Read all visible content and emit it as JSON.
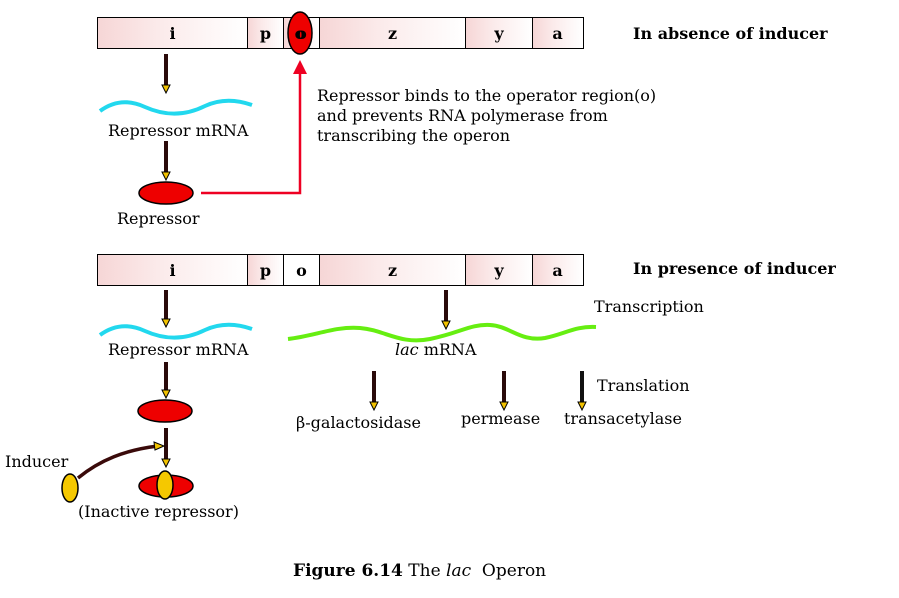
{
  "top_panel": {
    "condition": "In absence of inducer",
    "genes": [
      "i",
      "p",
      "o",
      "z",
      "y",
      "a"
    ],
    "repressor_mrna_label": "Repressor mRNA",
    "repressor_label": "Repressor",
    "note_lines": [
      "Repressor binds to the operator region(o)",
      "and prevents RNA polymerase from",
      "transcribing the operon"
    ]
  },
  "bottom_panel": {
    "condition": "In presence of inducer",
    "genes": [
      "i",
      "p",
      "o",
      "z",
      "y",
      "a"
    ],
    "repressor_mrna_label": "Repressor mRNA",
    "lac_mrna_italic": "lac",
    "lac_mrna_rest": " mRNA",
    "transcription_label": "Transcription",
    "translation_label": "Translation",
    "products": [
      "β-galactosidase",
      "permease",
      "transacetylase"
    ],
    "inducer_label": "Inducer",
    "inactive_repressor_label": "(Inactive repressor)"
  },
  "caption": {
    "figure_number": "Figure 6.14",
    "pre": " The ",
    "italic": "lac",
    "post": "  Operon"
  },
  "colors": {
    "repressor": "#ee0000",
    "repressor_mrna": "#22d8ee",
    "lac_mrna": "#66ee11",
    "inducer": "#f5c800",
    "pointer_arrow": "#ee0022"
  }
}
